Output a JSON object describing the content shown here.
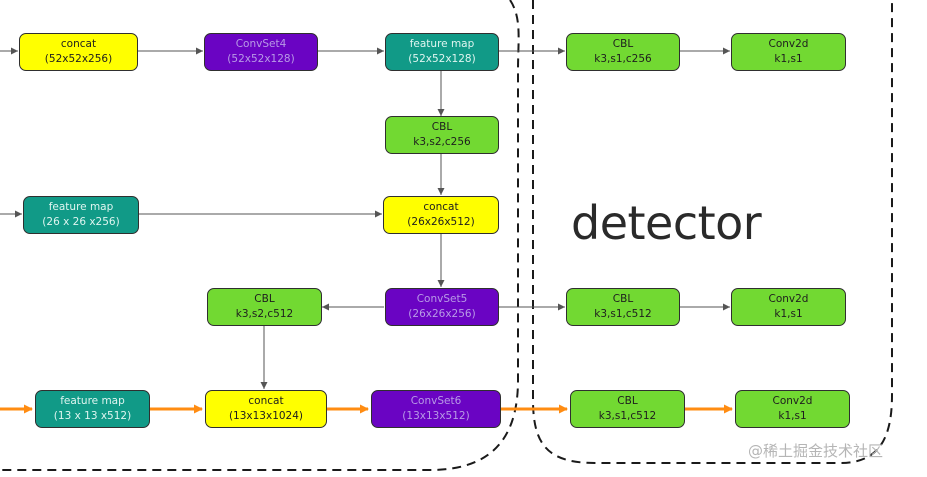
{
  "colors": {
    "yellow": "#ffff00",
    "purple": "#6a04c3",
    "teal": "#119a87",
    "green": "#72d932",
    "orange_arrow": "#ff8c12",
    "gray_arrow": "#555555"
  },
  "nodes": {
    "concat_52": {
      "line1": "concat",
      "line2": "(52x52x256)"
    },
    "convset4": {
      "line1": "ConvSet4",
      "line2": "(52x52x128)"
    },
    "featuremap_52": {
      "line1": "feature map",
      "line2": "(52x52x128)"
    },
    "cbl_52": {
      "line1": "CBL",
      "line2": "k3,s1,c256"
    },
    "conv2d_52": {
      "line1": "Conv2d",
      "line2": "k1,s1"
    },
    "cbl_down_256": {
      "line1": "CBL",
      "line2": "k3,s2,c256"
    },
    "featuremap_26": {
      "line1": "feature map",
      "line2": "(26 x 26 x256)"
    },
    "concat_26": {
      "line1": "concat",
      "line2": "(26x26x512)"
    },
    "cbl_down_512": {
      "line1": "CBL",
      "line2": "k3,s2,c512"
    },
    "convset5": {
      "line1": "ConvSet5",
      "line2": "(26x26x256)"
    },
    "cbl_26": {
      "line1": "CBL",
      "line2": "k3,s1,c512"
    },
    "conv2d_26": {
      "line1": "Conv2d",
      "line2": "k1,s1"
    },
    "featuremap_13": {
      "line1": "feature map",
      "line2": "(13 x 13 x512)"
    },
    "concat_13": {
      "line1": "concat",
      "line2": "(13x13x1024)"
    },
    "convset6": {
      "line1": "ConvSet6",
      "line2": "(13x13x512)"
    },
    "cbl_13": {
      "line1": "CBL",
      "line2": "k3,s1,c512"
    },
    "conv2d_13": {
      "line1": "Conv2d",
      "line2": "k1,s1"
    }
  },
  "detector_label": "detector",
  "watermark": "@稀土掘金技术社区"
}
